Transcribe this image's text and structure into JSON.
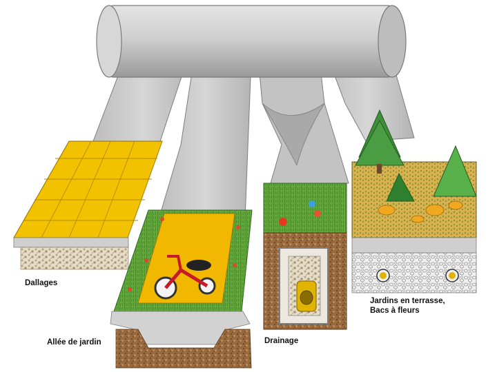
{
  "labels": {
    "dallages": "Dallages",
    "allee": "Allée de jardin",
    "drainage": "Drainage",
    "jardins_line1": "Jardins en terrasse,",
    "jardins_line2": "Bacs à fleurs"
  },
  "colors": {
    "membrane": "#c9c9c9",
    "membrane_shadow": "#9d9d9d",
    "paving": "#f2c200",
    "grass": "#5fa83a",
    "soil": "#8a5a34",
    "gravel": "#d9cdb6",
    "pipe": "#e0b400",
    "tree": "#3f8f3a"
  },
  "icons": [
    "tricycle-icon",
    "drain-pipe-icon",
    "tree-icon",
    "flower-icon"
  ]
}
